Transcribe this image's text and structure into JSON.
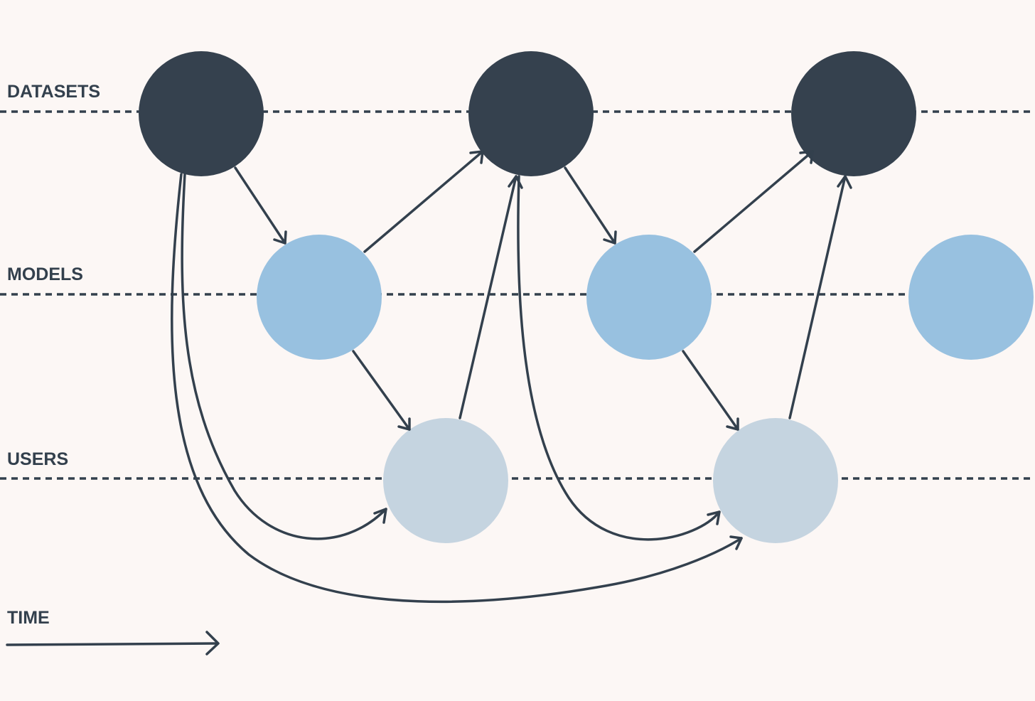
{
  "lanes": {
    "datasets": "DATASETS",
    "models": "MODELS",
    "users": "USERS"
  },
  "time_label": "TIME",
  "colors": {
    "background": "#fcf7f5",
    "ink": "#33404d",
    "dataset_node": "#35414e",
    "model_node": "#98c1e0",
    "user_node": "#c5d4e0"
  }
}
